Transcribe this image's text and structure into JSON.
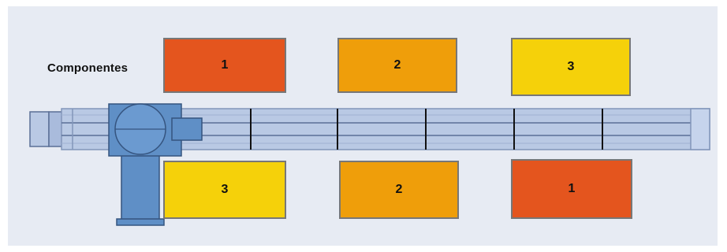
{
  "components_label": "Componentes",
  "colors": {
    "background": "#e7ebf3",
    "rail": "#b9c9e4",
    "rail_stroke": "#5a6f96",
    "robot": "#5f8fc6",
    "robot_dark": "#35547f",
    "component_1": "#e4551e",
    "component_2": "#ef9e0a",
    "component_3": "#f5d10a"
  },
  "top_row": [
    {
      "label": "1",
      "color": "#e4551e"
    },
    {
      "label": "2",
      "color": "#ef9e0a"
    },
    {
      "label": "3",
      "color": "#f5d10a"
    }
  ],
  "bottom_row": [
    {
      "label": "3",
      "color": "#f5d10a"
    },
    {
      "label": "2",
      "color": "#ef9e0a"
    },
    {
      "label": "1",
      "color": "#e4551e"
    }
  ],
  "icons": {
    "robot": "robot-arm-icon",
    "rail": "linear-rail-icon"
  }
}
